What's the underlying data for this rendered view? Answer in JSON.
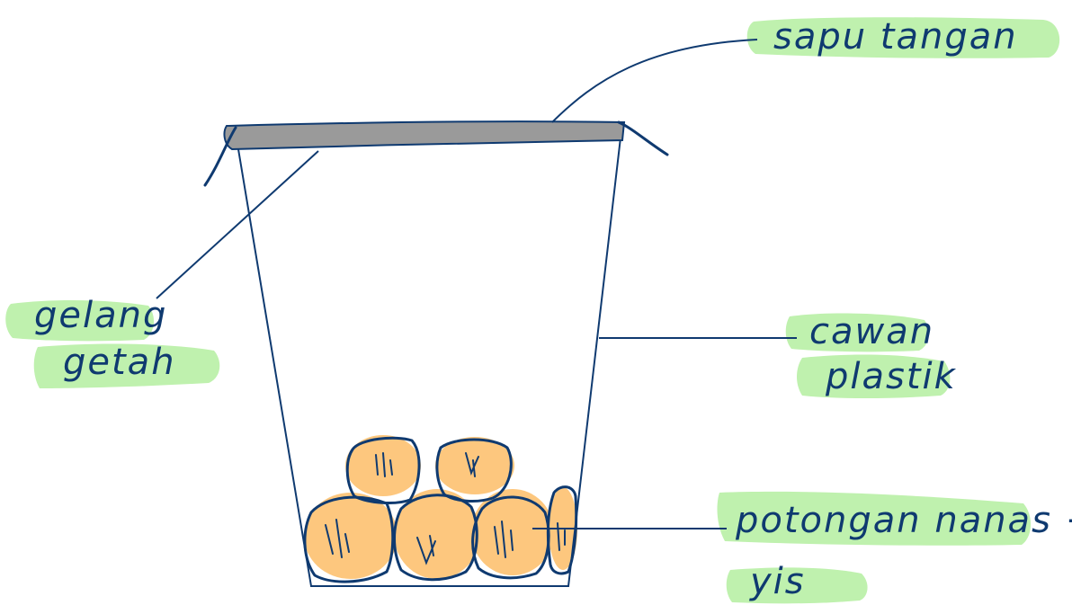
{
  "labels": {
    "handkerchief": "sapu tangan",
    "rubber_band_line1": "gelang",
    "rubber_band_line2": "getah",
    "cup_line1": "cawan",
    "cup_line2": "plastik",
    "contents_line1": "potongan nanas +",
    "contents_line2": "yis"
  },
  "colors": {
    "ink": "#0f3a70",
    "highlight": "#b8f0a8",
    "pineapple": "#fdc77e",
    "cloth": "#9a9a9a"
  }
}
